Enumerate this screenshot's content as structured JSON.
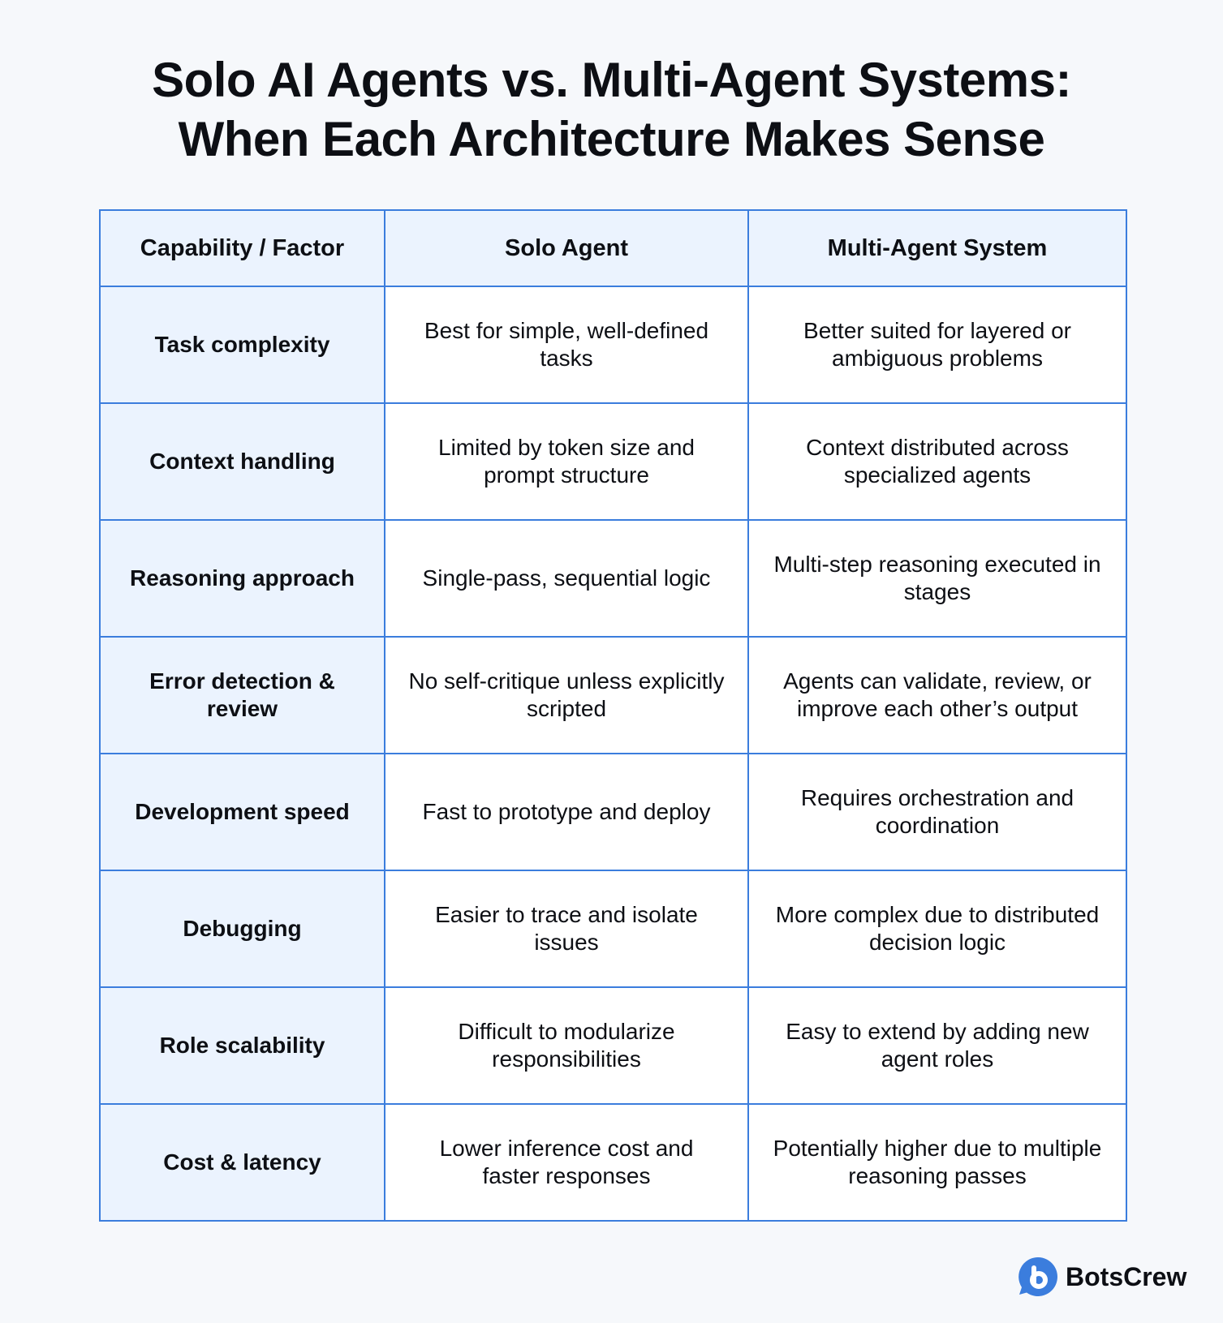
{
  "title_lines": [
    "Solo AI Agents vs. Multi-Agent Systems:",
    "When Each Architecture Makes Sense"
  ],
  "table": {
    "headers": [
      "Capability / Factor",
      "Solo Agent",
      "Multi-Agent System"
    ],
    "rows": [
      {
        "factor": "Task complexity",
        "solo": "Best for simple, well-defined tasks",
        "multi": "Better suited for layered or ambiguous problems"
      },
      {
        "factor": "Context handling",
        "solo": "Limited by token size and prompt structure",
        "multi": "Context distributed across specialized agents"
      },
      {
        "factor": "Reasoning approach",
        "solo": "Single-pass, sequential logic",
        "multi": "Multi-step reasoning executed in stages"
      },
      {
        "factor": "Error detection & review",
        "solo": "No self-critique unless explicitly scripted",
        "multi": "Agents can validate, review, or improve each other’s output"
      },
      {
        "factor": "Development speed",
        "solo": "Fast to prototype and deploy",
        "multi": "Requires orchestration and coordination"
      },
      {
        "factor": "Debugging",
        "solo": "Easier to trace and isolate issues",
        "multi": "More complex due to distributed decision logic"
      },
      {
        "factor": "Role scalability",
        "solo": "Difficult to modularize responsibilities",
        "multi": "Easy to extend by adding new agent roles"
      },
      {
        "factor": "Cost & latency",
        "solo": "Lower inference cost and faster responses",
        "multi": "Potentially higher due to multiple reasoning passes"
      }
    ]
  },
  "brand": {
    "name": "BotsCrew",
    "accent": "#3b7ddd"
  }
}
